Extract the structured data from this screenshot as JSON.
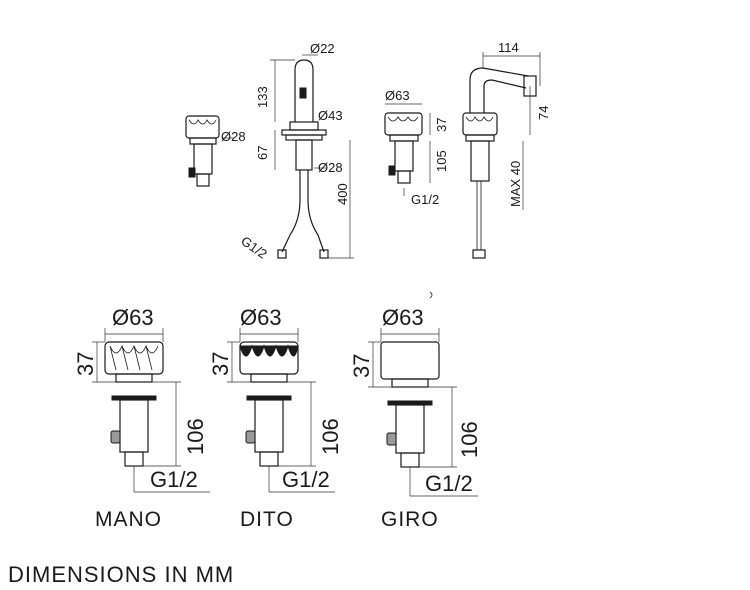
{
  "top_views": {
    "handle_diameter": "Ø28",
    "spout_top_diameter": "Ø22",
    "spout_height": "133",
    "base_diameter": "Ø43",
    "base_height": "67",
    "shank_diameter": "Ø28",
    "hose_length": "400",
    "hose_thread": "G1/2",
    "right_handle_diameter": "Ø63",
    "right_handle_height": "37",
    "right_shank_height": "105",
    "right_thread": "G1/2",
    "bidet_reach": "114",
    "bidet_height": "74",
    "bidet_max": "MAX 40"
  },
  "handles": [
    {
      "name": "MANO",
      "diameter": "Ø63",
      "height": "37",
      "shank": "106",
      "thread": "G1/2"
    },
    {
      "name": "DITO",
      "diameter": "Ø63",
      "height": "37",
      "shank": "106",
      "thread": "G1/2"
    },
    {
      "name": "GIRO",
      "diameter": "Ø63",
      "height": "37",
      "shank": "106",
      "thread": "G1/2"
    }
  ],
  "footer": "DIMENSIONS IN MM"
}
